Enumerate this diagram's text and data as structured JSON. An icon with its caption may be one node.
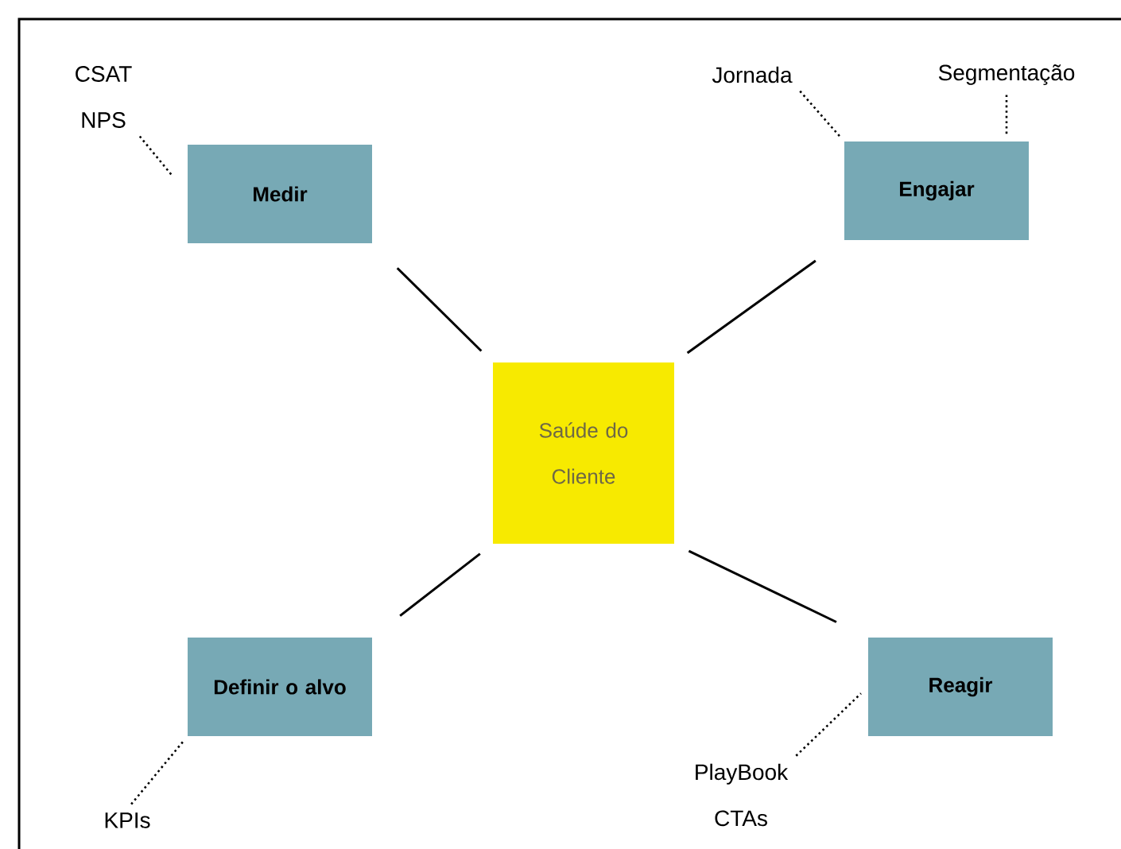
{
  "diagram": {
    "nodes": [
      {
        "text": [
          "Saúde do Cliente"
        ]
      },
      {
        "text": [
          "Medir"
        ]
      },
      {
        "text": [
          "Engajar"
        ]
      },
      {
        "text": [
          "Definir o alvo"
        ]
      },
      {
        "text": [
          "Reagir"
        ]
      },
      {
        "text": [
          "CSAT",
          "NPS"
        ]
      },
      {
        "text": [
          "Jornada"
        ]
      },
      {
        "text": [
          "Segmentação"
        ]
      },
      {
        "text": [
          "KPIs"
        ]
      },
      {
        "text": [
          "PlayBook",
          "CTAs"
        ]
      }
    ],
    "edges": [
      {
        "from": 0,
        "to": 1,
        "arrow": "none"
      },
      {
        "from": 0,
        "to": 2,
        "arrow": "none"
      },
      {
        "from": 0,
        "to": 3,
        "arrow": "none"
      },
      {
        "from": 0,
        "to": 4,
        "arrow": "none"
      },
      {
        "from": 5,
        "to": 1,
        "arrow": "none",
        "style": "dashed"
      },
      {
        "from": 6,
        "to": 2,
        "arrow": "none",
        "style": "dashed"
      },
      {
        "from": 7,
        "to": 2,
        "arrow": "none",
        "style": "dashed"
      },
      {
        "from": 8,
        "to": 3,
        "arrow": "none",
        "style": "dashed"
      },
      {
        "from": 9,
        "to": 4,
        "arrow": "none",
        "style": "dashed"
      }
    ]
  }
}
